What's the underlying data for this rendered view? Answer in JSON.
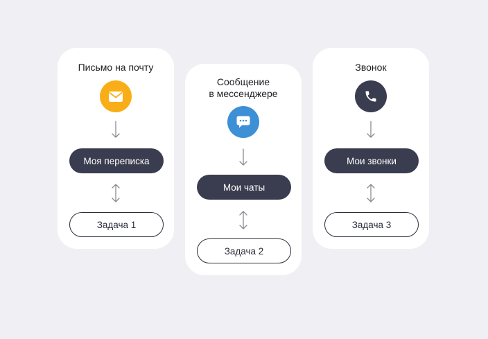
{
  "cards": [
    {
      "title": "Письмо на почту",
      "icon": "mail-icon",
      "icon_color": "#f9ae17",
      "primary": "Моя переписка",
      "task": "Задача 1"
    },
    {
      "title_line1": "Сообщение",
      "title_line2": "в мессенджере",
      "icon": "chat-icon",
      "icon_color": "#3d8fd6",
      "primary": "Мои чаты",
      "task": "Задача 2"
    },
    {
      "title": "Звонок",
      "icon": "phone-icon",
      "icon_color": "#3a3d4f",
      "primary": "Мои звонки",
      "task": "Задача 3"
    }
  ],
  "colors": {
    "background": "#f0f0f4",
    "card": "#ffffff",
    "pill_dark": "#3a3d4f",
    "arrow": "#8a8a93"
  }
}
